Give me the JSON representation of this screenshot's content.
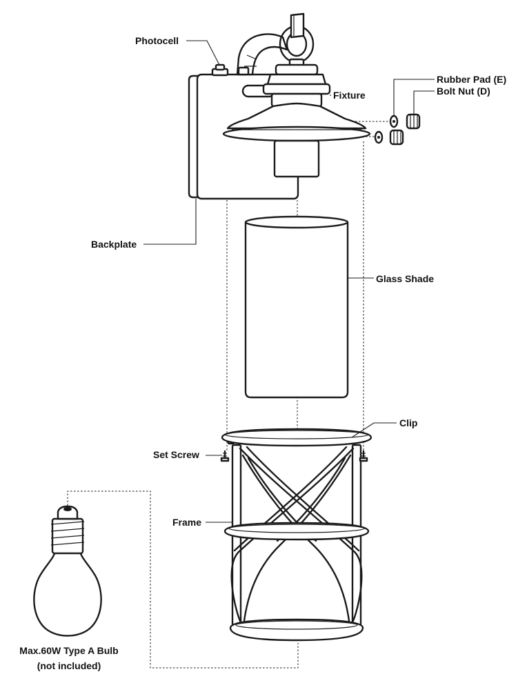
{
  "labels": {
    "photocell": "Photocell",
    "rubber_pad": "Rubber Pad (E)",
    "bolt_nut": "Bolt Nut (D)",
    "fixture": "Fixture",
    "backplate": "Backplate",
    "glass_shade": "Glass Shade",
    "clip": "Clip",
    "set_screw": "Set Screw",
    "frame": "Frame",
    "bulb_line1": "Max.60W Type A Bulb",
    "bulb_line2": "(not included)"
  }
}
